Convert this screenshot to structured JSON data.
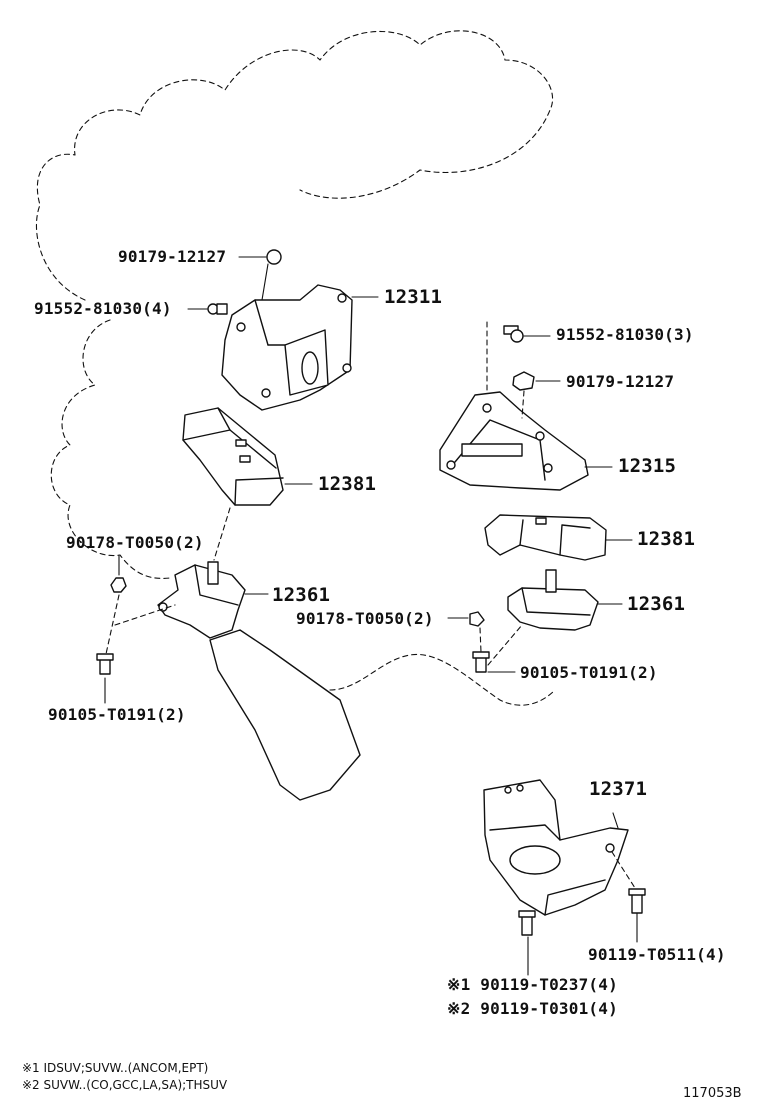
{
  "parts": {
    "p_90179_12127_left": "90179-12127",
    "p_91552_81030_left": "91552-81030(4)",
    "p_12311": "12311",
    "p_12381_left": "12381",
    "p_90178_t0050_left": "90178-T0050(2)",
    "p_12361_left": "12361",
    "p_90105_t0191_left": "90105-T0191(2)",
    "p_91552_81030_right": "91552-81030(3)",
    "p_90179_12127_right": "90179-12127",
    "p_12315": "12315",
    "p_12381_right": "12381",
    "p_12361_right": "12361",
    "p_90178_t0050_right": "90178-T0050(2)",
    "p_90105_t0191_right": "90105-T0191(2)",
    "p_12371": "12371",
    "p_90119_t0511": "90119-T0511(4)",
    "p_90119_t0237": "※1 90119-T0237(4)",
    "p_90119_t0301": "※2 90119-T0301(4)"
  },
  "notes": {
    "note1": "※1 IDSUV;SUVW..(ANCOM,EPT)",
    "note2": "※2 SUVW..(CO,GCC,LA,SA);THSUV"
  },
  "reference": "117053B"
}
